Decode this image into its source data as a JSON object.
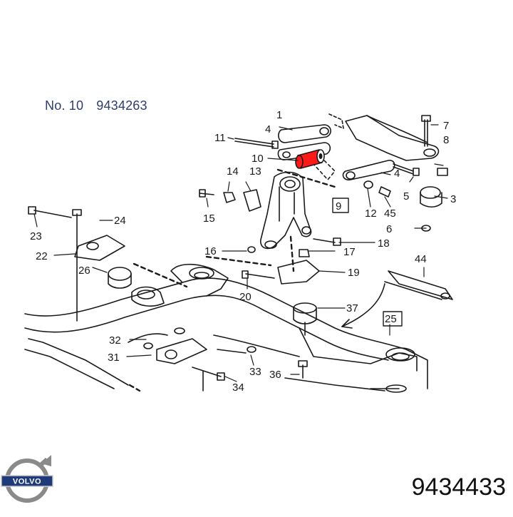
{
  "caption": {
    "number_label": "No. 10",
    "reference": "9434263"
  },
  "part_number": "9434433",
  "brand": "VOLVO",
  "highlight_color": "#ff1a1a",
  "callouts": [
    {
      "id": "c1",
      "label": "1"
    },
    {
      "id": "c3",
      "label": "3"
    },
    {
      "id": "c4a",
      "label": "4"
    },
    {
      "id": "c4b",
      "label": "4"
    },
    {
      "id": "c5",
      "label": "5"
    },
    {
      "id": "c6",
      "label": "6"
    },
    {
      "id": "c7",
      "label": "7"
    },
    {
      "id": "c8",
      "label": "8"
    },
    {
      "id": "c9",
      "label": "9"
    },
    {
      "id": "c10",
      "label": "10"
    },
    {
      "id": "c11",
      "label": "11"
    },
    {
      "id": "c12",
      "label": "12"
    },
    {
      "id": "c13",
      "label": "13"
    },
    {
      "id": "c14",
      "label": "14"
    },
    {
      "id": "c15",
      "label": "15"
    },
    {
      "id": "c16",
      "label": "16"
    },
    {
      "id": "c17",
      "label": "17"
    },
    {
      "id": "c18",
      "label": "18"
    },
    {
      "id": "c19",
      "label": "19"
    },
    {
      "id": "c20",
      "label": "20"
    },
    {
      "id": "c22",
      "label": "22"
    },
    {
      "id": "c23",
      "label": "23"
    },
    {
      "id": "c24",
      "label": "24"
    },
    {
      "id": "c25",
      "label": "25"
    },
    {
      "id": "c26",
      "label": "26"
    },
    {
      "id": "c31",
      "label": "31"
    },
    {
      "id": "c32",
      "label": "32"
    },
    {
      "id": "c33",
      "label": "33"
    },
    {
      "id": "c34",
      "label": "34"
    },
    {
      "id": "c36",
      "label": "36"
    },
    {
      "id": "c37",
      "label": "37"
    },
    {
      "id": "c44",
      "label": "44"
    },
    {
      "id": "c45",
      "label": "45"
    }
  ]
}
